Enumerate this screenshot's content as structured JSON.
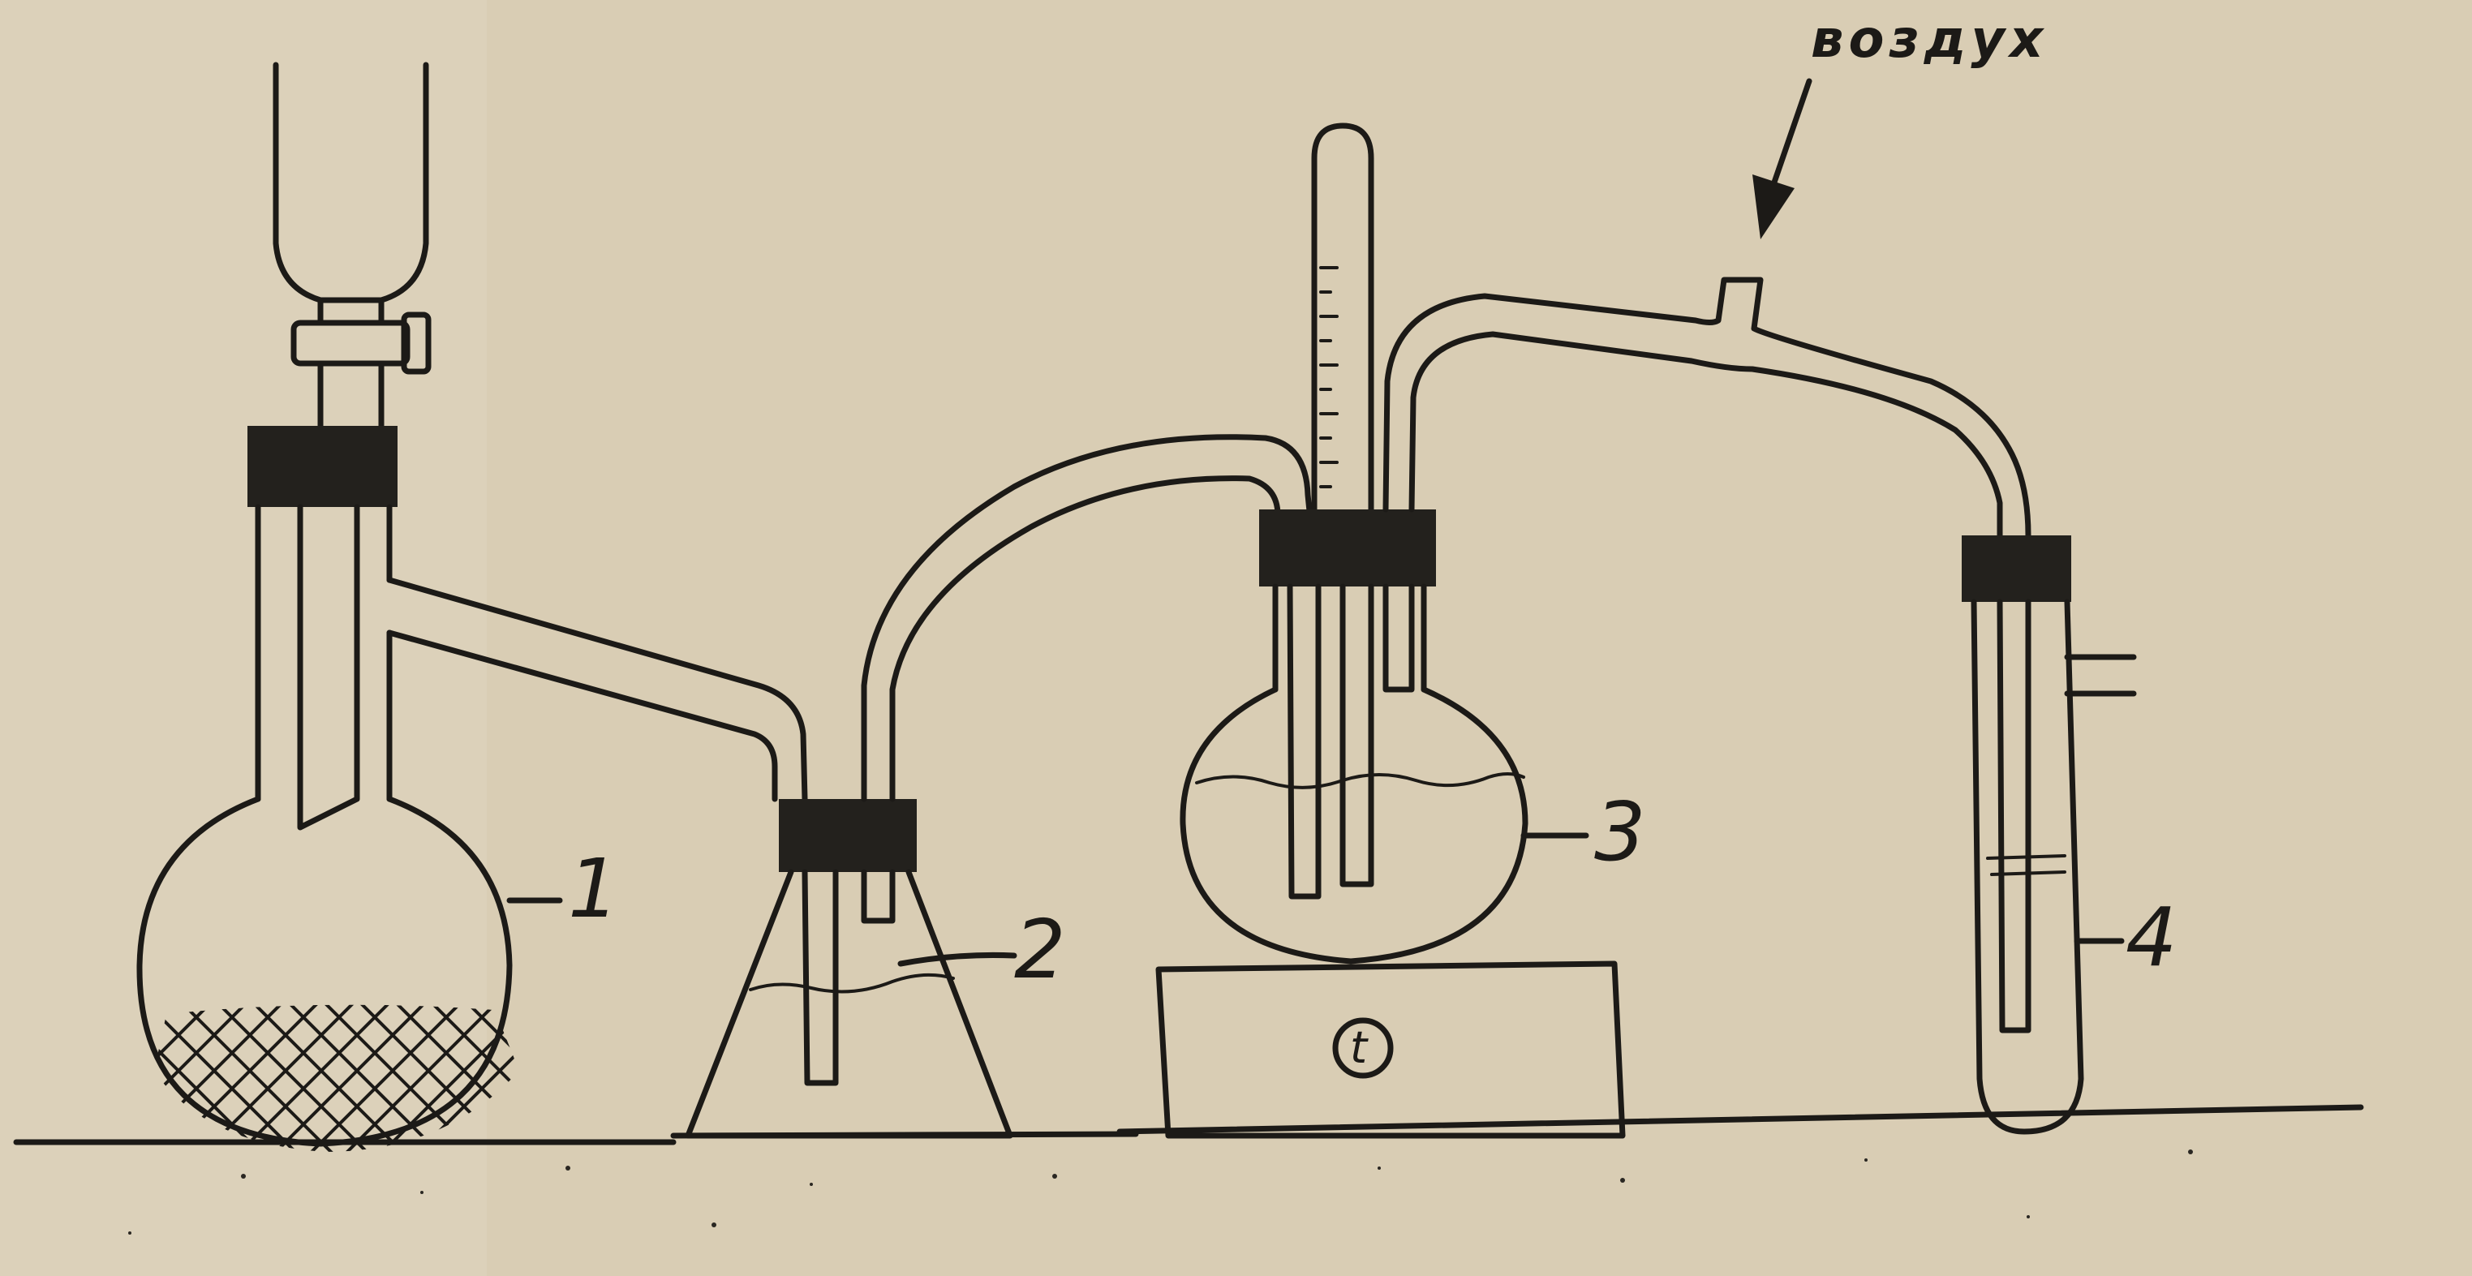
{
  "labels": {
    "flask_1": "1",
    "flask_2": "2",
    "flask_3": "3",
    "tube_4": "4",
    "air": "воздух",
    "heater": "t"
  },
  "colors": {
    "paper": "#d9cdb4",
    "ink": "#1c1a17",
    "stopper": "#23211d"
  }
}
